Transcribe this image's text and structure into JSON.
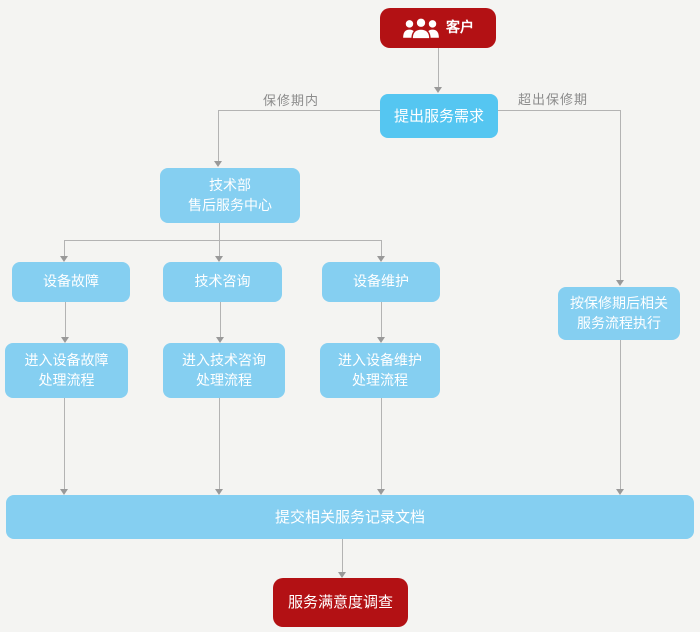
{
  "diagram": {
    "title": "customer-service-flowchart",
    "colors": {
      "background": "#f4f4f2",
      "red": "#b31114",
      "blue_strong": "#55c6f1",
      "blue_light": "#85cff1",
      "connector_line": "#b3b3b3",
      "arrowhead": "#999999",
      "edge_label_text": "#8c8c8c",
      "node_text": "#ffffff"
    },
    "nodes": {
      "customer": {
        "label": "客户",
        "icon": "people-group-icon",
        "shape": "red-rounded"
      },
      "request": {
        "label": "提出服务需求",
        "shape": "blue-rounded"
      },
      "tech_dept": {
        "label": "技术部\n售后服务中心",
        "shape": "blue-rounded"
      },
      "fault": {
        "label": "设备故障",
        "shape": "blue-rounded"
      },
      "consult": {
        "label": "技术咨询",
        "shape": "blue-rounded"
      },
      "maintain": {
        "label": "设备维护",
        "shape": "blue-rounded"
      },
      "fault_process": {
        "label": "进入设备故障\n处理流程",
        "shape": "blue-rounded"
      },
      "consult_process": {
        "label": "进入技术咨询\n处理流程",
        "shape": "blue-rounded"
      },
      "maintain_process": {
        "label": "进入设备维护\n处理流程",
        "shape": "blue-rounded"
      },
      "post_warranty": {
        "label": "按保修期后相关\n服务流程执行",
        "shape": "blue-rounded"
      },
      "submit_docs": {
        "label": "提交相关服务记录文档",
        "shape": "blue-rounded-wide"
      },
      "survey": {
        "label": "服务满意度调查",
        "shape": "red-rounded"
      }
    },
    "edge_labels": {
      "in_warranty": "保修期内",
      "out_of_warranty": "超出保修期"
    },
    "edges": [
      "customer -> request",
      "request -> tech_dept (保修期内)",
      "request -> post_warranty (超出保修期)",
      "tech_dept -> fault",
      "tech_dept -> consult",
      "tech_dept -> maintain",
      "fault -> fault_process",
      "consult -> consult_process",
      "maintain -> maintain_process",
      "fault_process -> submit_docs",
      "consult_process -> submit_docs",
      "maintain_process -> submit_docs",
      "post_warranty -> submit_docs",
      "submit_docs -> survey"
    ]
  }
}
